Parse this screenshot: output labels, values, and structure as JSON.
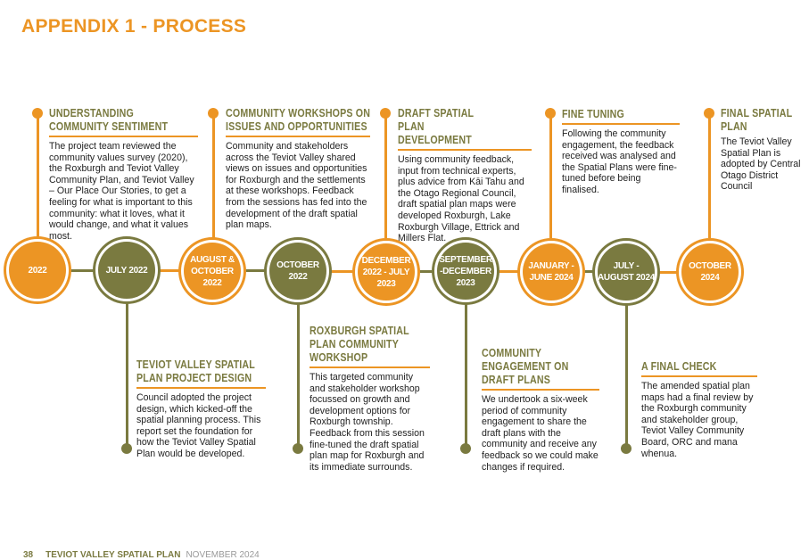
{
  "title": "APPENDIX 1 - PROCESS",
  "colors": {
    "orange": "#EC9524",
    "olive": "#7A7A40"
  },
  "timeline": [
    {
      "date": "2022",
      "color": "orange"
    },
    {
      "date": "JULY 2022",
      "color": "olive"
    },
    {
      "date": "AUGUST & OCTOBER 2022",
      "color": "orange"
    },
    {
      "date": "OCTOBER 2022",
      "color": "olive"
    },
    {
      "date": "DECEMBER 2022 - JULY 2023",
      "color": "orange"
    },
    {
      "date": "SEPTEMBER -DECEMBER 2023",
      "color": "olive"
    },
    {
      "date": "JANUARY - JUNE 2024",
      "color": "orange"
    },
    {
      "date": "JULY - AUGUST 2024",
      "color": "olive"
    },
    {
      "date": "OCTOBER 2024",
      "color": "orange"
    }
  ],
  "top_steps": [
    {
      "heading": "UNDERSTANDING COMMUNITY SENTIMENT",
      "body": "The project team reviewed the community values survey (2020), the Roxburgh and Teviot Valley Community Plan, and Teviot Valley – Our Place Our Stories, to get a feeling for what is important to this community: what it loves, what it would change, and what it values most."
    },
    {
      "heading": "COMMUNITY WORKSHOPS ON ISSUES AND OPPORTUNITIES",
      "body": "Community and stakeholders across the Teviot Valley shared views on issues and opportunities for Roxburgh and the settlements at these workshops. Feedback from the sessions has fed into the development of the draft spatial plan maps."
    },
    {
      "heading": "DRAFT SPATIAL PLAN DEVELOPMENT",
      "body": "Using community feedback, input from technical experts, plus advice from Kāi Tahu and the Otago Regional Council, draft spatial plan maps were developed Roxburgh, Lake Roxburgh Village, Ettrick and Millers Flat."
    },
    {
      "heading": "FINE TUNING",
      "body": "Following the community engagement, the feedback received was analysed and the Spatial Plans were fine-tuned before being finalised."
    },
    {
      "heading": "FINAL SPATIAL PLAN",
      "body": "The Teviot Valley Spatial Plan is adopted by Central Otago District Council"
    }
  ],
  "bottom_steps": [
    {
      "heading": "TEVIOT VALLEY SPATIAL PLAN PROJECT DESIGN",
      "body": "Council adopted the project design, which kicked-off the spatial planning process. This report set the foundation for how the Teviot Valley Spatial Plan would be developed."
    },
    {
      "heading": "ROXBURGH SPATIAL PLAN COMMUNITY WORKSHOP",
      "body": "This targeted community and stakeholder workshop focussed on growth and development options for Roxburgh township. Feedback from this session fine-tuned the draft spatial plan map for Roxburgh and its immediate surrounds."
    },
    {
      "heading": "COMMUNITY ENGAGEMENT ON DRAFT PLANS",
      "body": "We undertook a six-week period of community engagement to share the draft plans with the community and receive any feedback so we could make changes if required."
    },
    {
      "heading": "A FINAL CHECK",
      "body": "The amended spatial plan maps had a final review by the Roxburgh community and stakeholder group, Teviot Valley Community Board, ORC and mana whenua."
    }
  ],
  "footer": {
    "page": "38",
    "doc": "TEVIOT VALLEY SPATIAL PLAN",
    "date": "NOVEMBER 2024"
  }
}
